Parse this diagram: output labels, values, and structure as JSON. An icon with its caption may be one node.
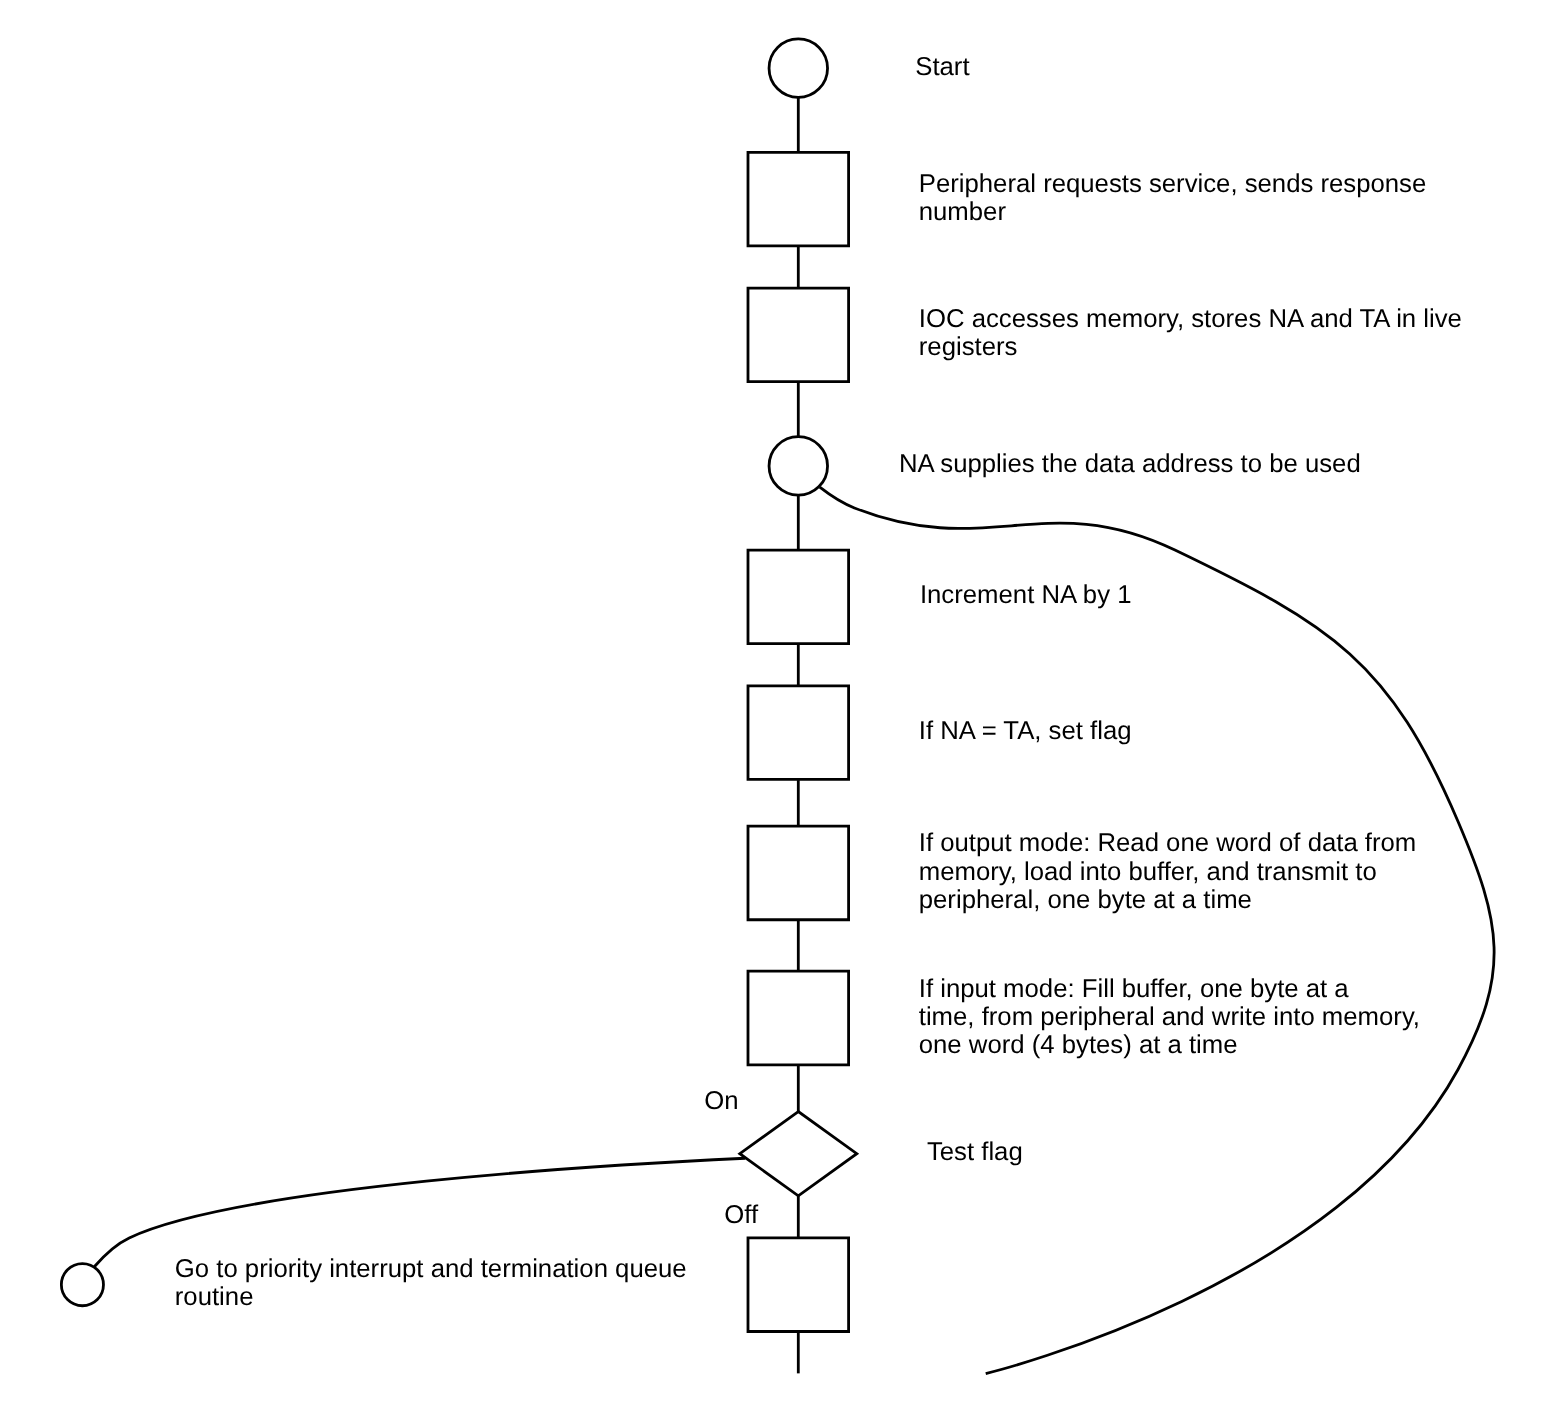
{
  "diagram": {
    "nodes": [
      {
        "text": [],
        "shape": "circle",
        "beside": [
          "Start"
        ]
      },
      {
        "text": [],
        "shape": "box",
        "beside": [
          "Peripheral requests service, sends response number"
        ]
      },
      {
        "text": [],
        "shape": "box",
        "beside": [
          "IOC accesses memory, stores NA and TA in live registers"
        ]
      },
      {
        "text": [],
        "shape": "circle",
        "beside": [
          "NA supplies the data address to be used"
        ]
      },
      {
        "text": [],
        "shape": "box",
        "beside": [
          "Increment NA by 1"
        ]
      },
      {
        "text": [],
        "shape": "box",
        "beside": [
          "If NA = TA, set flag"
        ]
      },
      {
        "text": [],
        "shape": "box",
        "beside": [
          "If output mode: Read one word of data from memory, load into buffer, and transmit to peripheral, one byte at a time"
        ]
      },
      {
        "text": [],
        "shape": "box",
        "beside": [
          "If input mode: Fill buffer, one byte at a time, from peripheral and write into memory, one word (4 bytes) at a time"
        ]
      },
      {
        "text": [],
        "shape": "diamond",
        "beside": [
          "Test flag"
        ]
      },
      {
        "text": [],
        "shape": "circle",
        "beside": [
          "Go to priority interrupt and termination queue routine"
        ]
      },
      {
        "text": [],
        "shape": "box"
      }
    ],
    "edges": [
      {
        "from": 0,
        "to": 1,
        "arrow": "none"
      },
      {
        "from": 1,
        "to": 2,
        "arrow": "none"
      },
      {
        "from": 2,
        "to": 3,
        "arrow": "none"
      },
      {
        "from": 3,
        "to": 4,
        "arrow": "none"
      },
      {
        "from": 4,
        "to": 5,
        "arrow": "none"
      },
      {
        "from": 5,
        "to": 6,
        "arrow": "none"
      },
      {
        "from": 6,
        "to": 7,
        "arrow": "none"
      },
      {
        "from": 7,
        "to": 8,
        "arrow": "none"
      },
      {
        "from": 8,
        "to": 9,
        "arrow": "none",
        "label": "On"
      },
      {
        "from": 8,
        "to": 10,
        "arrow": "none",
        "label": "Off"
      },
      {
        "from": 10,
        "to": null,
        "arrow": "none"
      },
      {
        "from": null,
        "to": 3,
        "arrow": "none"
      }
    ]
  }
}
